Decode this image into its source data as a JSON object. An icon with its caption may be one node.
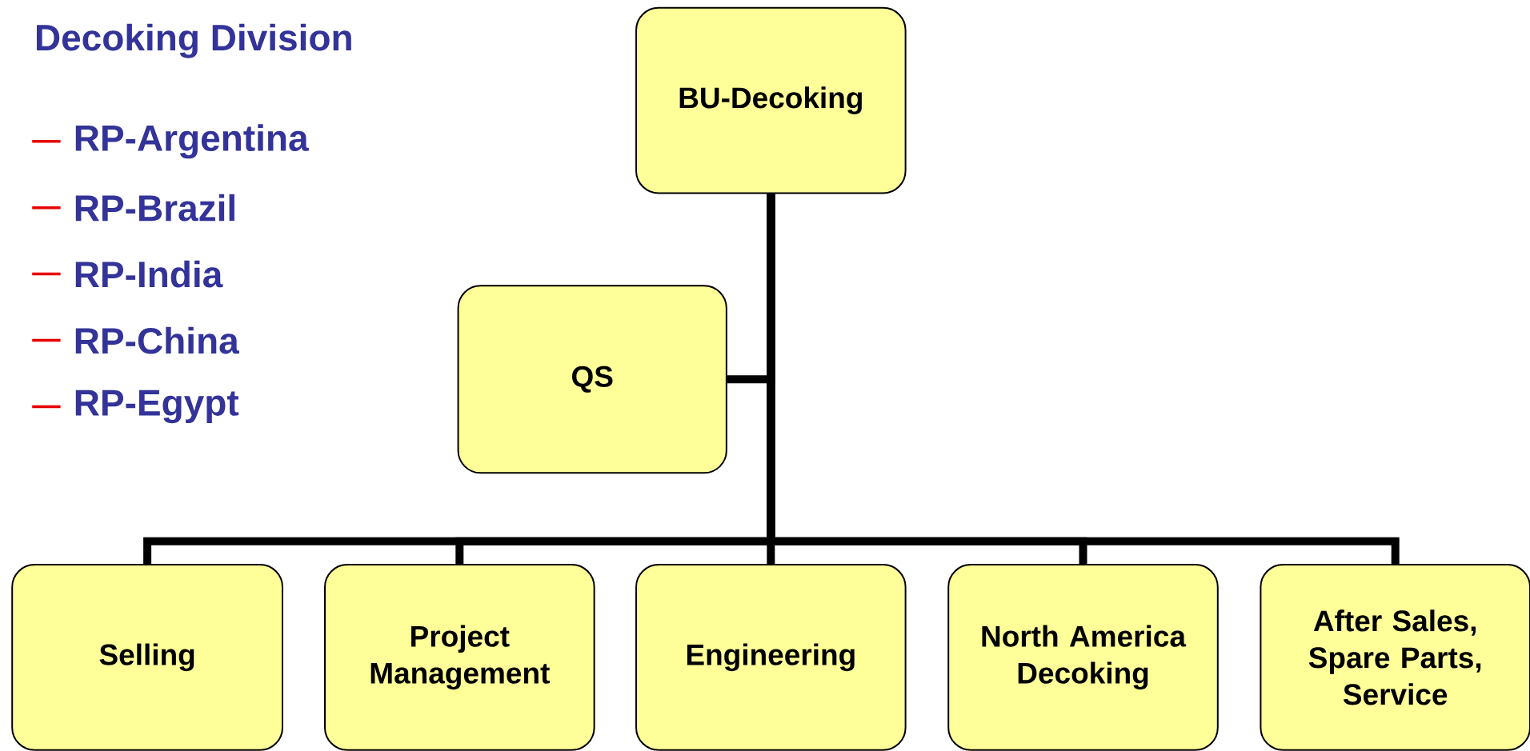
{
  "diagram": {
    "title": "Decoking Division",
    "nodes": [
      {
        "text": [
          "BU-Decoking"
        ]
      },
      {
        "text": [
          "QS"
        ]
      },
      {
        "text": [
          "Selling"
        ]
      },
      {
        "text": [
          "Project Management"
        ]
      },
      {
        "text": [
          "Engineering"
        ]
      },
      {
        "text": [
          "North America Decoking"
        ]
      },
      {
        "text": [
          "After Sales, Spare Parts, Service"
        ]
      }
    ],
    "edges": [
      {
        "from": 0,
        "to": 1,
        "arrow": "none"
      },
      {
        "from": 0,
        "to": 2,
        "arrow": "none"
      },
      {
        "from": 0,
        "to": 3,
        "arrow": "none"
      },
      {
        "from": 0,
        "to": 4,
        "arrow": "none"
      },
      {
        "from": 0,
        "to": 5,
        "arrow": "none"
      },
      {
        "from": 0,
        "to": 6,
        "arrow": "none"
      }
    ],
    "labels": [
      "RP-Argentina",
      "RP-Brazil",
      "RP-India",
      "RP-China",
      "RP-Egypt"
    ]
  }
}
